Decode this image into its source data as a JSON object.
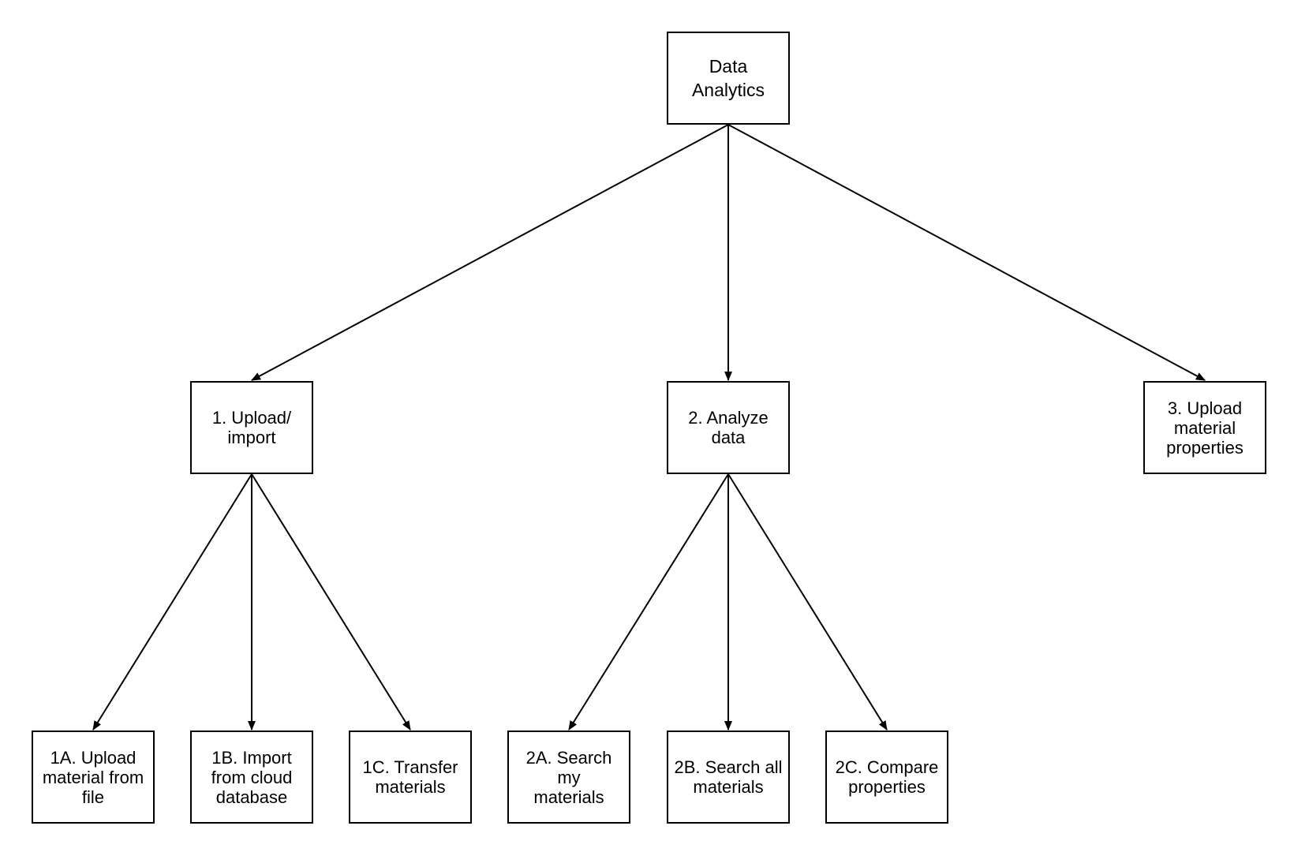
{
  "diagram": {
    "root": {
      "label": "Data\nAnalytics"
    },
    "level1": [
      {
        "label": "1. Upload/\nimport"
      },
      {
        "label": "2. Analyze\ndata"
      },
      {
        "label": "3. Upload\nmaterial\nproperties"
      }
    ],
    "level2": [
      {
        "label": "1A. Upload\nmaterial from\nfile"
      },
      {
        "label": "1B. Import\nfrom cloud\ndatabase"
      },
      {
        "label": "1C. Transfer\nmaterials"
      },
      {
        "label": "2A. Search my\nmaterials"
      },
      {
        "label": "2B. Search all\nmaterials"
      },
      {
        "label": "2C. Compare\nproperties"
      }
    ],
    "edges": [
      [
        "root",
        "1"
      ],
      [
        "root",
        "2"
      ],
      [
        "root",
        "3"
      ],
      [
        "1",
        "1A"
      ],
      [
        "1",
        "1B"
      ],
      [
        "1",
        "1C"
      ],
      [
        "2",
        "2A"
      ],
      [
        "2",
        "2B"
      ],
      [
        "2",
        "2C"
      ]
    ],
    "colors": {
      "stroke": "#000000",
      "fill": "#ffffff"
    }
  }
}
